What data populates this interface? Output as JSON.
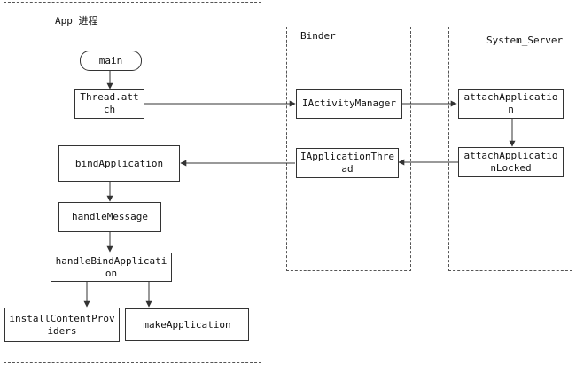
{
  "groups": {
    "app": {
      "label": "App 进程"
    },
    "binder": {
      "label": "Binder"
    },
    "system": {
      "label": "System_Server"
    }
  },
  "nodes": {
    "main": "main",
    "thread_attach": "Thread.attch",
    "iactivity_manager": "IActivityManager",
    "attach_application": "attachApplication",
    "attach_application_locked": "attachApplicationLocked",
    "iapplication_thread": "IApplicationThread",
    "bind_application": "bindApplication",
    "handle_message": "handleMessage",
    "handle_bind_application": "handleBindApplication",
    "install_content_providers": "installContentProviders",
    "make_application": "makeApplication"
  },
  "colors": {
    "line": "#333333",
    "border": "#555555"
  }
}
